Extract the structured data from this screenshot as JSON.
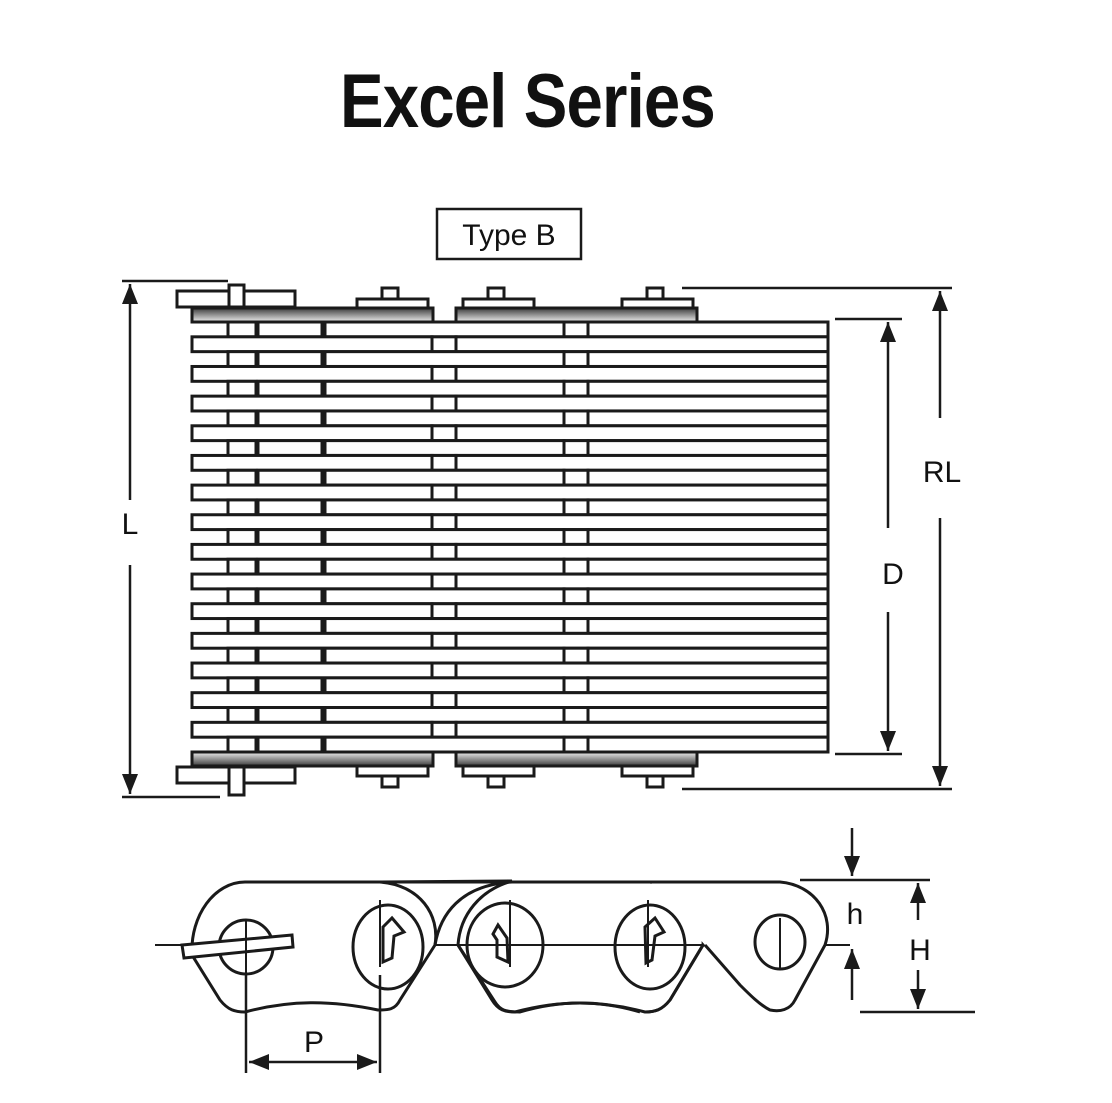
{
  "title": "Excel Series",
  "type_label": "Type B",
  "dimensions": {
    "L": "L",
    "RL": "RL",
    "D": "D",
    "h": "h",
    "H": "H",
    "P": "P"
  },
  "colors": {
    "ink": "#1a1a1a",
    "plate_dark": "#444444",
    "plate_light": "#e8e8e8"
  }
}
